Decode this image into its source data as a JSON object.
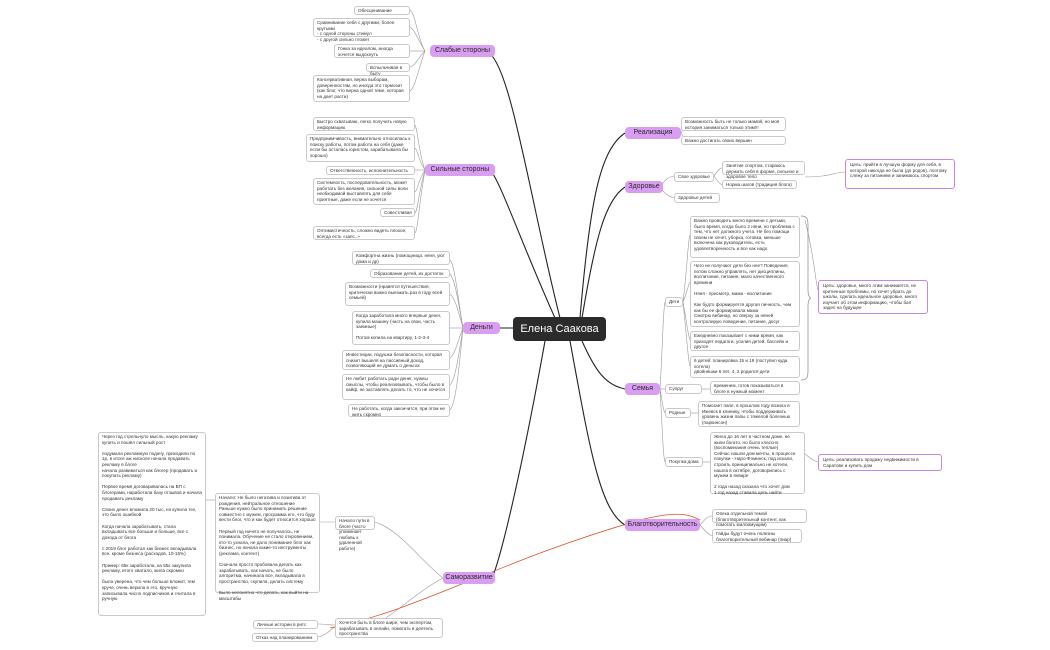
{
  "central": "Елена Саакова",
  "topics": {
    "weak": "Слабые стороны",
    "strong": "Сильные стороны",
    "money": "Деньги",
    "selfdev": "Саморазвитие",
    "realization": "Реализация",
    "health": "Здоровье",
    "family": "Семья",
    "charity": "Благотворительность"
  },
  "weak_items": [
    "Обесценивание",
    "Сравнивание себя с другими, более крутыми\n- с одной стороны стимул\n- с другой сильно гложет",
    "Гонка за идеалом, иногда хочется выдохнуть",
    "Вспыльчивая в быту",
    "Консервативная, верна выборам, доверенностям, но иногда это тормозит (как блог, что верна одной теме, которая на дает расти)"
  ],
  "strong_items": [
    "Быстро схватываю, легко получить новую информацию",
    "Предприимчивость, внимательно относилась к поиску работы, потом работа на себя (даже если бы осталась юристом, зарабатывала бы хорошо)",
    "Ответственность, исполнительность",
    "Системность, последовательность, может работать без желания, сильной силы воли необходимой выставлять для себя приятные, даже если не хочется",
    "Совестливая",
    "Оптимистичность, сложно видеть плохое, всегда есть «запс..»"
  ],
  "money_items": [
    "Комфортна жизнь (помощница, няня, уют дома и др)",
    "Образование детей, их достаток",
    "Возможности (нравятся путешествия, критически важно выезжать раз в году всей семьей)",
    "Когда заработала много впервые денег, купила машину (часть на свои, часть заемные)\n\nПотом копила на квартиру, 1-2-3-4",
    "Инвестиции, подушка безопасности, которая снизит вышеля на пассивный доход, позволяющий не думать о деньгах",
    "Не любит работать ради денег, нужны смыслы, чтобы реализовывать, чтобы было в кайф, не заставлять делать то, что не хочется",
    "Не работать, когда закончится, при этом не жить скромно"
  ],
  "selfdev_left": "Через год стрельнуло мысль, какую рекламу купить и пошёл сильный рост\n\nподумала рекламную подачу, приходили по 1р, в итоге аж нисколе начала продавать рекламу в блоге\nначала развиваться как блогер (продавать и покупать рекламу)\n\nПервое время договаривалась на ВП с блогерами, наработала базу отзывов и начала продавать рекламу\n\nСвоих денег вложила 20 тыс, но купила тех, это было ошибкой\n\nКогда начала зарабатывать, стала вкладывать все больше и больше, все с дохода от блога\n\nс 2019 блог работал как бизнес вкладывала все, кроме бизнеса (расходов, 10-15%)\n\nПример: 65к заработала, на 55к закупила рекламу, итого хватало, жила скромно\n\nбыла уверена, что чем больше вложит, тем круче, очень верила в это, вручную записывала число подписчиков и считала в ручную",
  "selfdev_mid": "Начало: Не было негатива и позитива от рождения, нейтральное отношение\nРаньше нужно было принимать решение совместно с мужем, программа его, что буду вести блог, что и как будет относится хорошо\n\nПервый год ничего не получалось, не понимала. Обучение не стало откровением, кто-то узнала, не дало понимание блог как бизнес, но начала какие-то инструменты (реклама, контент)\n\nСначала просто пробовала делать как зарабатывать, как начать, не было алгоритма, начинала все, вкладывала в пространство, скупила, делать систему\n\nБыло непонятно что делать, как выйти на масштабы",
  "selfdev_start": "Начало пути в блоге (часто упоминает любовь к удаленной работе)",
  "selfdev_future": "Хочется быть в блоге шире, чем экспертом, зарабатывать в онлайн, помогать в деятель пространства",
  "selfdev_small": [
    "Личные истории в ритс",
    "Отказ над планированием"
  ],
  "realization_items": [
    "Возможность быть не только мамой, но моя история заниматься только этим!!!",
    "Важно достигать своих вершин"
  ],
  "health": {
    "sub1": "Свое здоровье",
    "sub1_items": [
      "Занятие спортом, стараюсь держать себя в форме, сильное и здоровое тело",
      "Норма шагов (традиция блога)"
    ],
    "sub2": "Здоровье детей",
    "goal": "Цель: прийти в лучшую форму для себя, в которой никогда не была (до родов), поэтому слежу за питанием и занимаюсь спортом"
  },
  "family": {
    "kids": "Дети",
    "kids_items": [
      "Важно проводить много времени с детьми, было время, когда было 2 няни, но проблема с тем, что нет должного учета. Не без помощи своем не хочет, уборка, готовка, меньше включена как руководитель, есть удовлетворенность и все как надо",
      "Чего не получают дети без нее? Поведения, потом сложно управлять, нет дисциплины, воспитание, питание, мало качественного времени\n\nНяня - присмотр, мама - воспитание\n\nКак будто формируется другая личность, чем как бы ее формировала мама\nСмотрю вебинар, но сверху за няней контролирую поведение, питание, досуг",
      "Ежедневно показывает с ними время, как приходят педагоги, усилия детей, бассейн и другое",
      "6 детей: планировка 15 и 19 (поступил куда хотела)\nдвойняшки 6 лет, 4, 2 родился дети"
    ],
    "goal_kids": "Цель: здоровье, много этим занимается, не критичные проблемы, но хочет убрать до школы, сделать идеальное здоровье, много изучает об этом информацию, чтобы бал задел на будущее",
    "spouse": "Супруг",
    "spouse_item": "временем, готов показываться в блоге в нужный момент",
    "parents": "Родные",
    "parents_item": "Помогает папе, в прошлом году возила в Ижевск в клинику, чтобы поддерживать уровень жизни папы с тяжелой болезнью (паркинсон)",
    "house": "Покупка дома",
    "house_item": "Жила до 16 лет в частном доме, не жили богато, но было классно (воспоминания очень теплые)\nСейчас нашли дом мечты, в процессе покупки - Наро-Фоминск, под искали, строить принципиально не хотели, нашла в октябре, договорились с мужем в январе\n\n2 года назад сказала что хочет дом\n1 год назад ставила цель найти",
    "goal_house": "Цель: реализовать продажу недвижимости в Саратове и купить дом"
  },
  "charity_items": [
    "Опека отдельной темой (благотворительный контент, как помогать малоимущим)",
    "Гайды будут очень полезны благотворительный вебинар (пиар)"
  ]
}
